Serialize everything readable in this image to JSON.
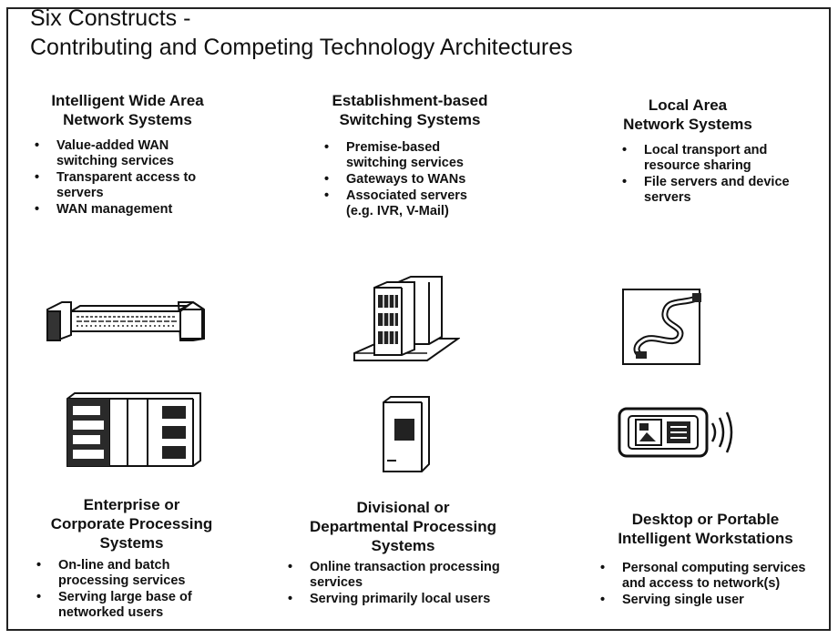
{
  "title": {
    "line1": "Six Constructs -",
    "line2": "Contributing and Competing Technology Architectures"
  },
  "constructs": [
    {
      "heading": [
        "Intelligent Wide Area",
        "Network Systems"
      ],
      "bullets": [
        [
          "Value-added WAN",
          "switching services"
        ],
        [
          "Transparent access to",
          "servers"
        ],
        [
          "WAN management"
        ]
      ],
      "icon": "wan-bridge-icon"
    },
    {
      "heading": [
        "Establishment-based",
        "Switching Systems"
      ],
      "bullets": [
        [
          "Premise-based",
          "switching services"
        ],
        [
          "Gateways to WANs"
        ],
        [
          "Associated servers",
          "(e.g. IVR, V-Mail)"
        ]
      ],
      "icon": "switch-cabinet-icon"
    },
    {
      "heading": [
        "Local Area",
        "Network Systems"
      ],
      "bullets": [
        [
          "Local transport and",
          "resource sharing"
        ],
        [
          "File servers and device",
          "servers"
        ]
      ],
      "icon": "lan-cable-icon"
    },
    {
      "heading": [
        "Enterprise or",
        "Corporate Processing",
        "Systems"
      ],
      "bullets": [
        [
          "On-line and batch",
          "processing services"
        ],
        [
          "Serving large base of",
          "networked users"
        ]
      ],
      "icon": "mainframe-icon"
    },
    {
      "heading": [
        "Divisional or",
        "Departmental Processing",
        "Systems"
      ],
      "bullets": [
        [
          "Online transaction processing",
          "services"
        ],
        [
          "Serving primarily local users"
        ]
      ],
      "icon": "minicomputer-icon"
    },
    {
      "heading": [
        "Desktop or Portable",
        "Intelligent Workstations"
      ],
      "bullets": [
        [
          "Personal computing services",
          "and access to network(s)"
        ],
        [
          "Serving single user"
        ]
      ],
      "icon": "portable-workstation-icon"
    }
  ]
}
